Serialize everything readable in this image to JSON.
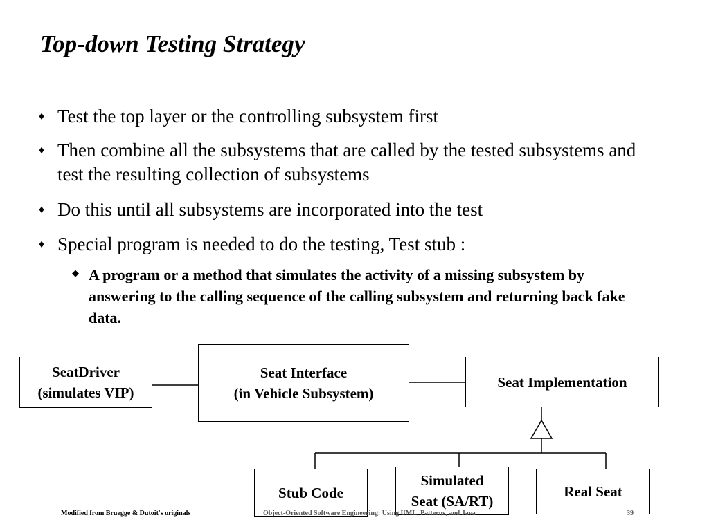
{
  "slide": {
    "title": "Top-down Testing Strategy",
    "bullet_glyph": "♦",
    "sub_bullet_glyph": "◆",
    "bullets": [
      "Test the top layer  or the controlling subsystem first",
      "Then combine all the subsystems that are called by the tested subsystems and test the resulting collection of subsystems",
      "Do this until all subsystems are incorporated into the test",
      "Special program is needed to do the testing, Test stub :"
    ],
    "sub_bullets": [
      "A program or a method that simulates the activity of a missing subsystem by answering to the calling sequence of the calling subsystem and returning back fake data."
    ]
  },
  "diagram": {
    "seat_driver": [
      "SeatDriver",
      "(simulates VIP)"
    ],
    "seat_interface": [
      "Seat Interface",
      "(in Vehicle Subsystem)"
    ],
    "seat_implementation": "Seat Implementation",
    "stub_code": "Stub Code",
    "simulated_seat": [
      "Simulated",
      "Seat (SA/RT)"
    ],
    "real_seat": "Real Seat"
  },
  "footer": {
    "left": "Modified from Bruegge & Dutoit's originals",
    "middle": "Object-Oriented Software Engineering: Using UML, Patterns, and Java",
    "right": "39"
  }
}
